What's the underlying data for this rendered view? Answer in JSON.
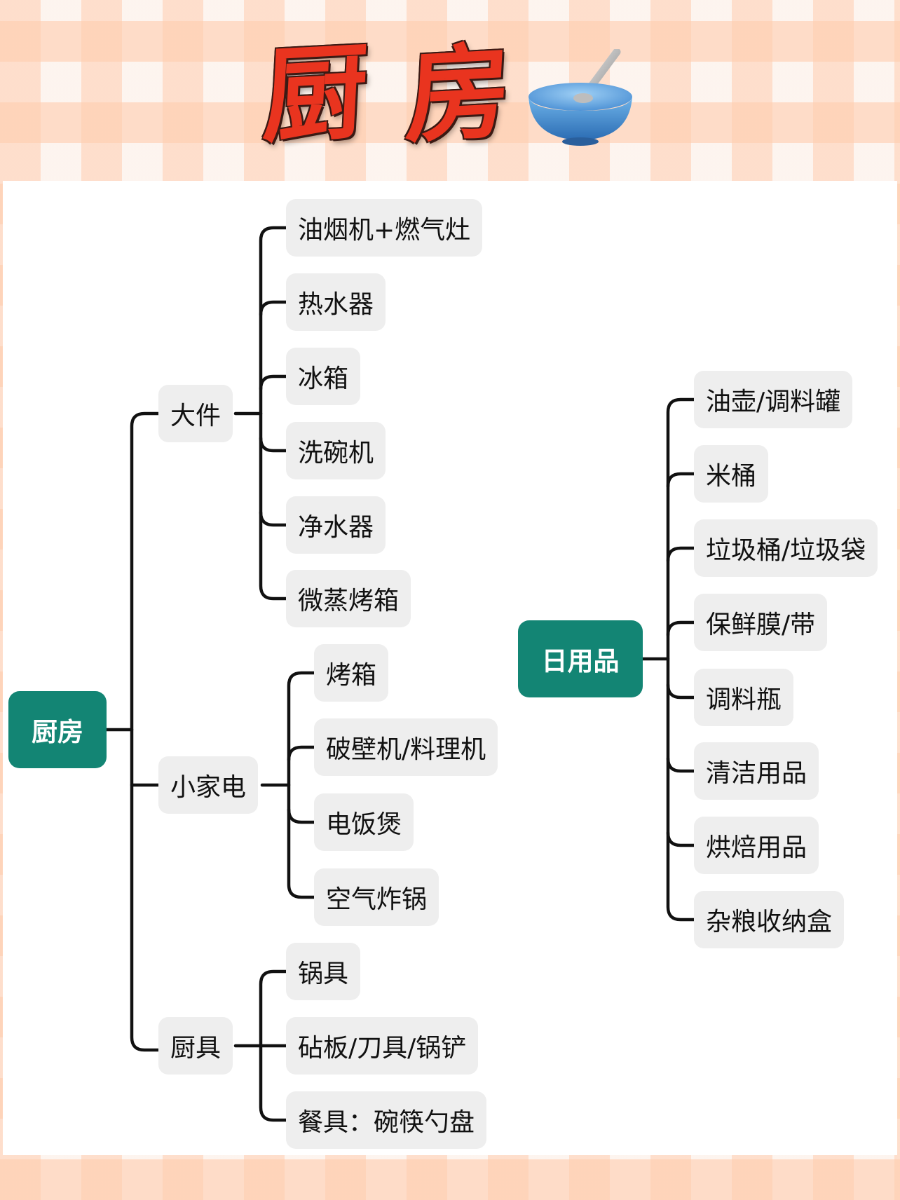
{
  "title": {
    "char1": "厨",
    "char2": "房",
    "icon": "bowl-with-spoon-icon"
  },
  "colors": {
    "root_fill": "#138574",
    "node_fill": "#eeeeee",
    "title_red": "#e9341f",
    "line": "#111111"
  },
  "left_tree": {
    "root": "厨房",
    "branches": [
      {
        "label": "大件",
        "children": [
          "油烟机+燃气灶",
          "热水器",
          "冰箱",
          "洗碗机",
          "净水器",
          "微蒸烤箱"
        ]
      },
      {
        "label": "小家电",
        "children": [
          "烤箱",
          "破壁机/料理机",
          "电饭煲",
          "空气炸锅"
        ]
      },
      {
        "label": "厨具",
        "children": [
          "锅具",
          "砧板/刀具/锅铲",
          "餐具：碗筷勺盘"
        ]
      }
    ]
  },
  "right_tree": {
    "root": "日用品",
    "children": [
      "油壶/调料罐",
      "米桶",
      "垃圾桶/垃圾袋",
      "保鲜膜/带",
      "调料瓶",
      "清洁用品",
      "烘焙用品",
      "杂粮收纳盒"
    ]
  }
}
